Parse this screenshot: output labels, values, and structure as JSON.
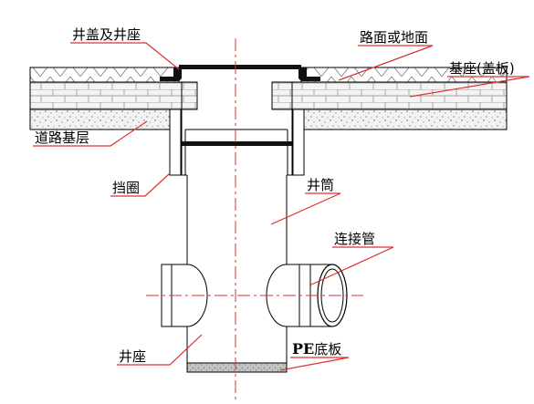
{
  "labels": {
    "cover": "井盖及井座",
    "road_surface": "路面或地面",
    "base_slab": "基座(盖板)",
    "road_base": "道路基层",
    "retaining_ring": "挡圈",
    "shaft": "井筒",
    "connecting_pipe": "连接管",
    "well_seat": "井座",
    "pe_prefix": "PE",
    "pe_suffix": "底板"
  },
  "colors": {
    "leader_line": "#e03030",
    "centerline": "#e03030",
    "outline": "#000000",
    "slab_fill": "#ececec",
    "gravel_fill": "#bdbdbd"
  }
}
